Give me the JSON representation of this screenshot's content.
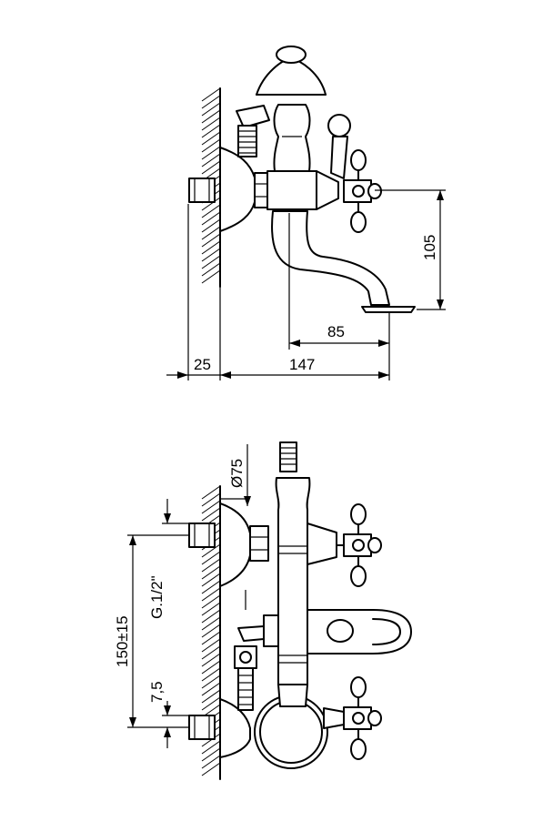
{
  "side_view": {
    "dim_height": "105",
    "dim_spout": "85",
    "dim_wall": "25",
    "dim_total": "147"
  },
  "front_view": {
    "dim_diameter": "Ø75",
    "dim_thread": "G.1/2\"",
    "dim_centers": "150±15",
    "dim_offset": "7,5"
  }
}
